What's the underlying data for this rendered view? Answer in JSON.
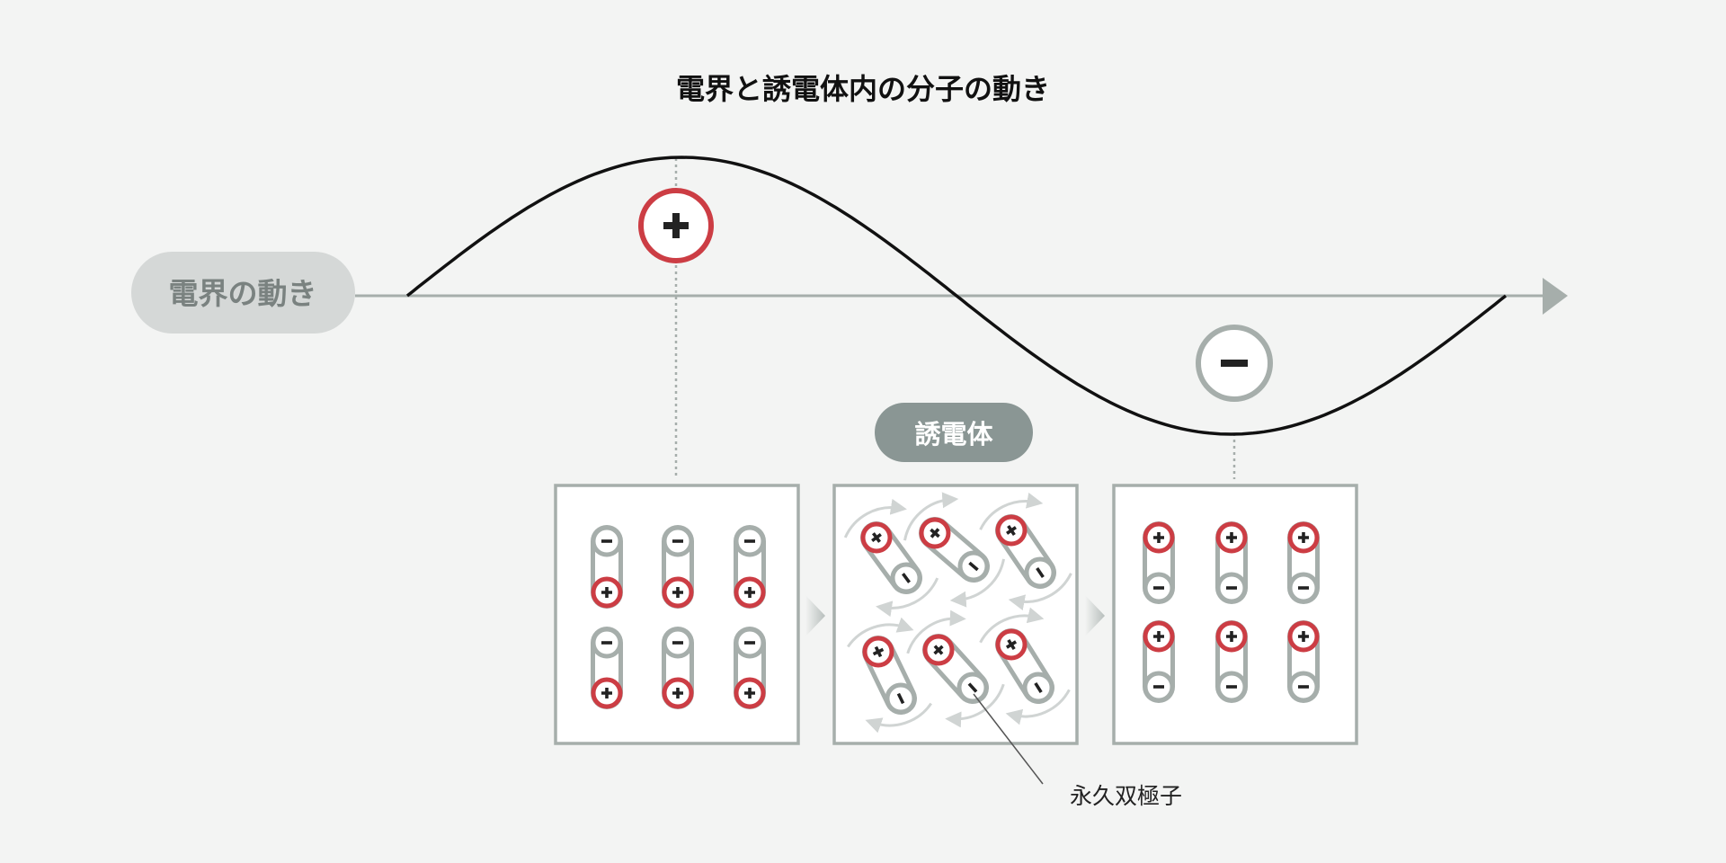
{
  "title": "電界と誘電体内の分子の動き",
  "field_label": "電界の動き",
  "dielectric_label": "誘電体",
  "dipole_label": "永久双極子",
  "signs": {
    "positive": "+",
    "negative": "−"
  },
  "colors": {
    "background": "#f3f4f3",
    "positive": "#cc3d44",
    "negative": "#a6aeab",
    "axis": "#a6aeab",
    "field_pill": "#d5d8d7",
    "field_pill_text": "#7a8280",
    "dielectric_pill": "#8a9694",
    "rotation_arrow": "#d0d4d3"
  },
  "panels": [
    {
      "state": "aligned, negative side up",
      "dipoles": 6
    },
    {
      "state": "random rotation",
      "dipoles": 6
    },
    {
      "state": "aligned, positive side up",
      "dipoles": 6
    }
  ]
}
